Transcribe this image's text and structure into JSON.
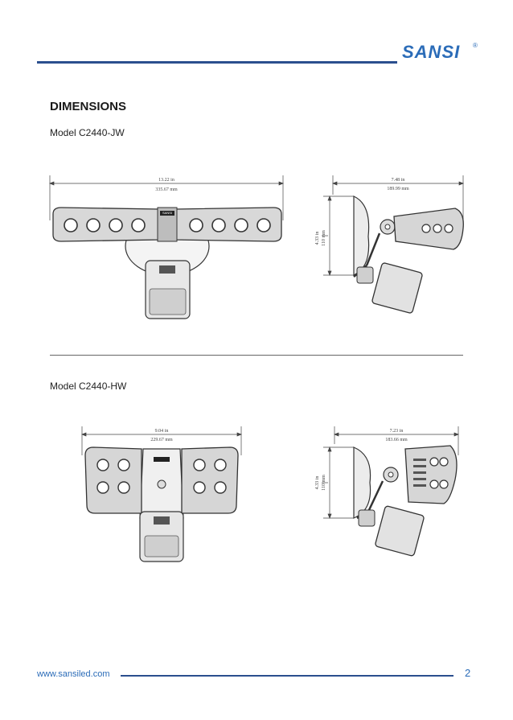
{
  "brand": {
    "logo_text": "SANSI",
    "reg_mark": "®"
  },
  "section_title": "DIMENSIONS",
  "models": [
    {
      "label": "Model C2440-JW",
      "front": {
        "width_in": "13.22 in",
        "width_mm": "335.67 mm"
      },
      "side": {
        "depth_in": "7.48 in",
        "depth_mm": "189.99 mm",
        "height_in": "4.33 in",
        "height_mm": "110 mm"
      }
    },
    {
      "label": "Model C2440-HW",
      "front": {
        "width_in": "9.04 in",
        "width_mm": "229.67 mm"
      },
      "side": {
        "depth_in": "7.23 in",
        "depth_mm": "183.66 mm",
        "height_in": "4.33 in",
        "height_mm": "110 mm"
      }
    }
  ],
  "device_badge": "SANSI",
  "footer": {
    "url": "www.sansiled.com",
    "page": "2"
  }
}
